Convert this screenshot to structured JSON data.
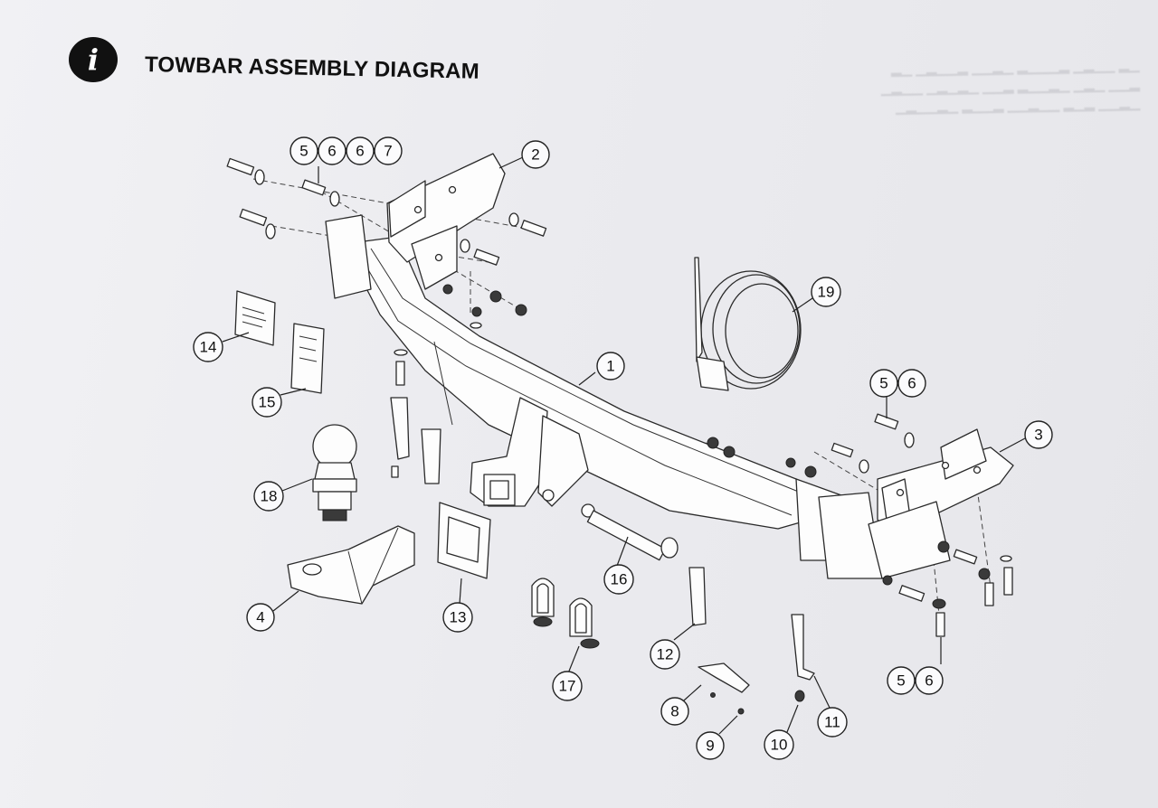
{
  "header": {
    "info_icon": "i",
    "title": "TOWBAR ASSEMBLY DIAGRAM"
  },
  "callouts": {
    "c1": "1",
    "c2": "2",
    "c3": "3",
    "c4": "4",
    "c5a": "5",
    "c6a": "6",
    "c6b": "6",
    "c7": "7",
    "c5b": "5",
    "c6c": "6",
    "c5c": "5",
    "c6d": "6",
    "c8": "8",
    "c9": "9",
    "c10": "10",
    "c11": "11",
    "c12": "12",
    "c13": "13",
    "c14": "14",
    "c15": "15",
    "c16": "16",
    "c17": "17",
    "c18": "18",
    "c19": "19"
  },
  "parts": [
    {
      "id": "1",
      "name": "crossbar"
    },
    {
      "id": "2",
      "name": "left-side-bracket"
    },
    {
      "id": "3",
      "name": "right-side-bracket"
    },
    {
      "id": "4",
      "name": "tongue"
    },
    {
      "id": "5",
      "name": "bolt"
    },
    {
      "id": "6",
      "name": "washer"
    },
    {
      "id": "7",
      "name": "nut"
    },
    {
      "id": "8",
      "name": "number-plate-bracket"
    },
    {
      "id": "9",
      "name": "screw"
    },
    {
      "id": "10",
      "name": "small-fastener"
    },
    {
      "id": "11",
      "name": "long-bracket"
    },
    {
      "id": "12",
      "name": "bracket"
    },
    {
      "id": "13",
      "name": "receiver-cover"
    },
    {
      "id": "14",
      "name": "label"
    },
    {
      "id": "15",
      "name": "label"
    },
    {
      "id": "16",
      "name": "hitch-pin"
    },
    {
      "id": "17",
      "name": "shackles"
    },
    {
      "id": "18",
      "name": "towball"
    },
    {
      "id": "19",
      "name": "wiring-harness"
    }
  ]
}
